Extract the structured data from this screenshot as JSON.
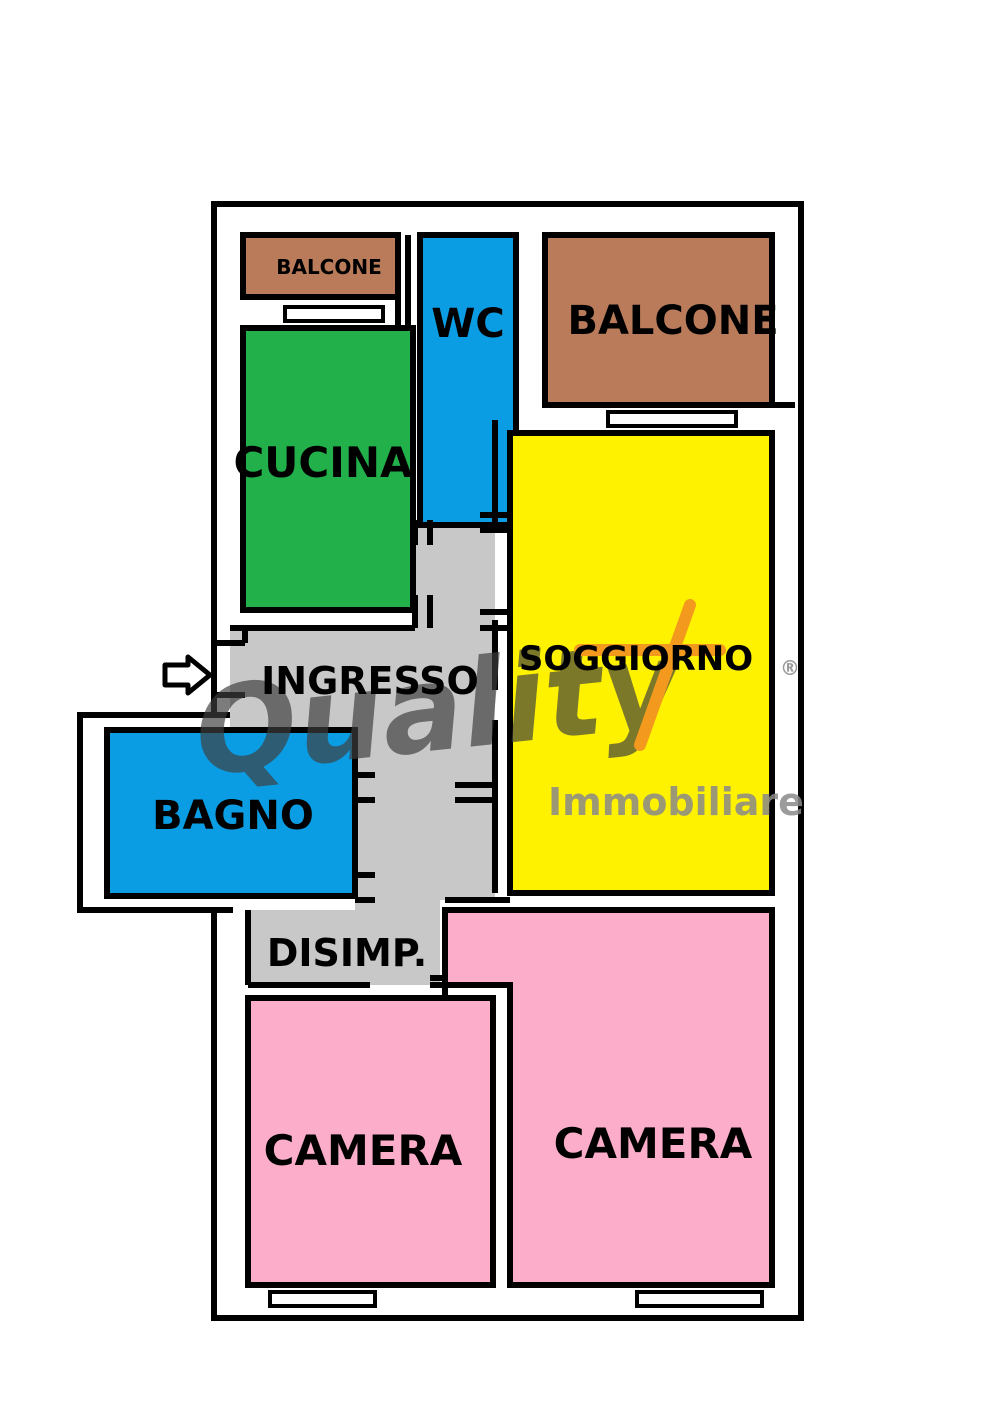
{
  "floor_plan": {
    "entrance_arrow": "arrow-right-icon",
    "rooms": {
      "balcone_small": {
        "label": "BALCONE",
        "color": "#b97b5a"
      },
      "wc": {
        "label": "WC",
        "color": "#0b9de3"
      },
      "balcone_large": {
        "label": "BALCONE",
        "color": "#b97b5a"
      },
      "cucina": {
        "label": "CUCINA",
        "color": "#22b04b"
      },
      "soggiorno": {
        "label": "SOGGIORNO",
        "color": "#fef200"
      },
      "ingresso": {
        "label": "INGRESSO",
        "color": "#c8c8c8"
      },
      "bagno": {
        "label": "BAGNO",
        "color": "#0b9de3"
      },
      "disimpegno": {
        "label": "DISIMP.",
        "color": "#c8c8c8"
      },
      "camera_left": {
        "label": "CAMERA",
        "color": "#fcadc9"
      },
      "camera_right": {
        "label": "CAMERA",
        "color": "#fcadc9"
      }
    }
  },
  "watermark": {
    "brand_script": "Quality",
    "subtitle": "Immobiliare",
    "registered_mark": "®",
    "script_color": "#3f3f3f",
    "cross_color": "#f08a24",
    "subtitle_color": "#8a8a8a"
  }
}
